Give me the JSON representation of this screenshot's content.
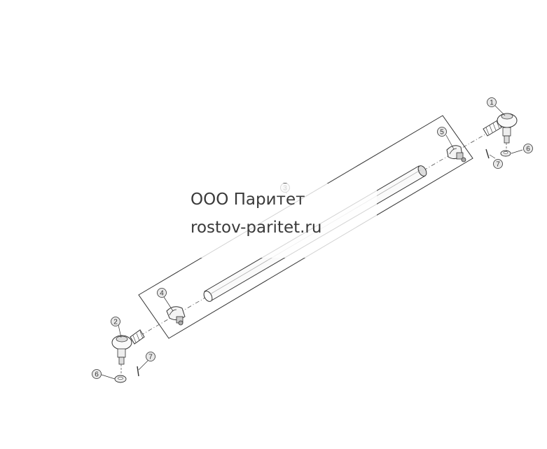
{
  "watermark": {
    "company": "ООО Паритет",
    "site": "rostov-paritet.ru"
  },
  "callouts": [
    "1",
    "2",
    "3",
    "4",
    "5",
    "6",
    "6",
    "7",
    "7"
  ],
  "colors": {
    "line": "#333333",
    "callout_fill": "#e8e8e8",
    "watermark_text": "#3a3a3a"
  }
}
